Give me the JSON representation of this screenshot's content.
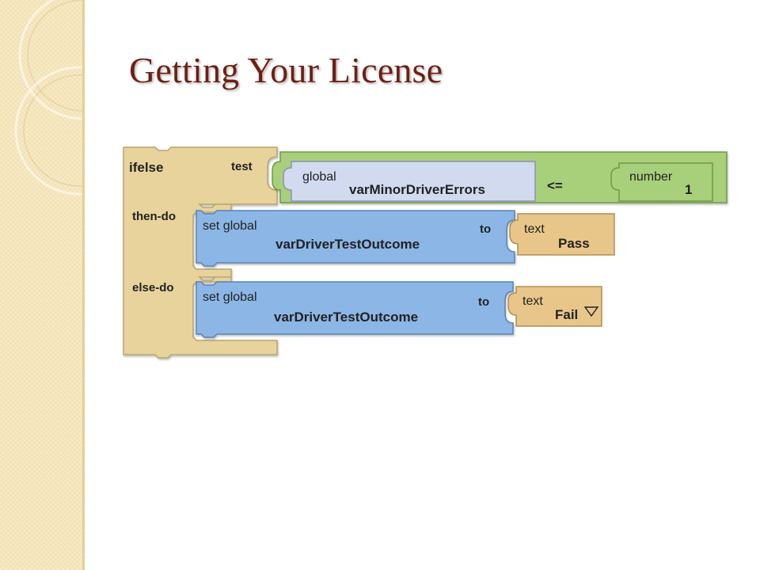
{
  "slide": {
    "title": "Getting Your License"
  },
  "colors": {
    "control": "#e7d39b",
    "control_border": "#b7a56e",
    "compare": "#a8cf7a",
    "compare_border": "#6f9a47",
    "variable": "#d2daf0",
    "variable_border": "#8a93b8",
    "setter": "#8cb6e6",
    "setter_border": "#5a83b3",
    "text_block": "#e8c689",
    "text_block_border": "#b08d52",
    "title": "#6f1f14"
  },
  "ifelse": {
    "keyword": "ifelse",
    "test_label": "test",
    "then_label": "then-do",
    "else_label": "else-do"
  },
  "compare": {
    "global_label": "global",
    "variable": "varMinorDriverErrors",
    "operator": "<=",
    "number_label": "number",
    "number_value": "1"
  },
  "then_set": {
    "set_label": "set global",
    "variable": "varDriverTestOutcome",
    "to_label": "to",
    "text_label": "text",
    "text_value": "Pass"
  },
  "else_set": {
    "set_label": "set global",
    "variable": "varDriverTestOutcome",
    "to_label": "to",
    "text_label": "text",
    "text_value": "Fail"
  },
  "icons": {
    "dropdown": "triangle-down-icon"
  }
}
